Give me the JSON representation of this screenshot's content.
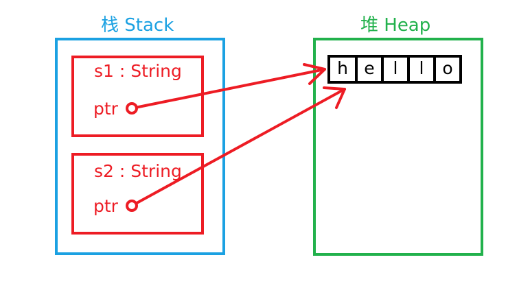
{
  "stack": {
    "title": "栈 Stack",
    "color": "#1ba1e2"
  },
  "heap": {
    "title": "堆 Heap",
    "color": "#22b14c",
    "cells": [
      "h",
      "e",
      "l",
      "l",
      "o"
    ]
  },
  "variables": [
    {
      "label": "s1 : String",
      "field": "ptr"
    },
    {
      "label": "s2 : String",
      "field": "ptr"
    }
  ],
  "pointer_color": "#ed1c24"
}
